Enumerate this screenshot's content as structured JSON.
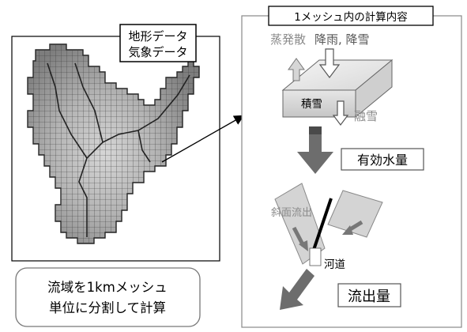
{
  "left_panel": {
    "data_label_1": "地形データ",
    "data_label_2": "気象データ",
    "caption_line_1": "流域を1kmメッシュ",
    "caption_line_2": "単位に分割して計算"
  },
  "right_panel": {
    "title": "1メッシュ内の計算内容",
    "evapotranspiration": "蒸発散",
    "precipitation": "降雨, 降雪",
    "snow_accumulation": "積雪",
    "snowmelt": "融雪",
    "effective_water": "有効水量",
    "slope_runoff": "斜面流出",
    "channel": "河道",
    "discharge": "流出量"
  },
  "colors": {
    "mesh_dark": "#7a7a7a",
    "mesh_light": "#e4e4e4",
    "arrow_gray": "#6d6d6d",
    "light_text": "#8a8a8a"
  }
}
